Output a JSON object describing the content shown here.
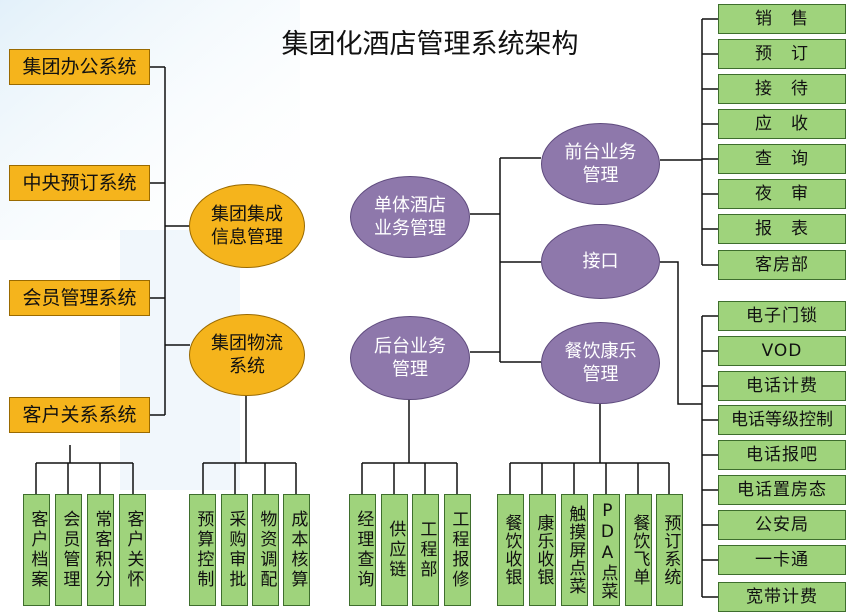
{
  "title": "集团化酒店管理系统架构",
  "left_systems": [
    "集团办公系统",
    "中央预订系统",
    "会员管理系统",
    "客户关系系统"
  ],
  "integration": {
    "info_mgmt": "集团集成\n信息管理",
    "logistics": "集团物流\n系统"
  },
  "hotel": {
    "single": "单体酒店\n业务管理",
    "back_office": "后台业务\n管理"
  },
  "front": {
    "front_office": "前台业务\n管理",
    "interface": "接口",
    "dining": "餐饮康乐\n管理"
  },
  "front_modules": [
    "销　售",
    "预　订",
    "接　待",
    "应　收",
    "查　询",
    "夜　审",
    "报　表",
    "客房部"
  ],
  "interface_modules": [
    "电子门锁",
    "VOD",
    "电话计费",
    "电话等级控制",
    "电话报吧",
    "电话置房态",
    "公安局",
    "一卡通",
    "宽带计费"
  ],
  "crm_modules": [
    "客户档案",
    "会员管理",
    "常客积分",
    "客户关怀"
  ],
  "logistics_modules": [
    "预算控制",
    "采购审批",
    "物资调配",
    "成本核算"
  ],
  "back_office_modules": [
    "经理查询",
    "供应链",
    "工程部",
    "工程报修"
  ],
  "dining_modules": [
    "餐饮收银",
    "康乐收银",
    "触摸屏点菜",
    "PDA点菜",
    "餐饮飞单",
    "预订系统"
  ],
  "colors": {
    "orange": "#f5b41c",
    "green": "#9fd37c",
    "purple": "#8e78ab"
  }
}
